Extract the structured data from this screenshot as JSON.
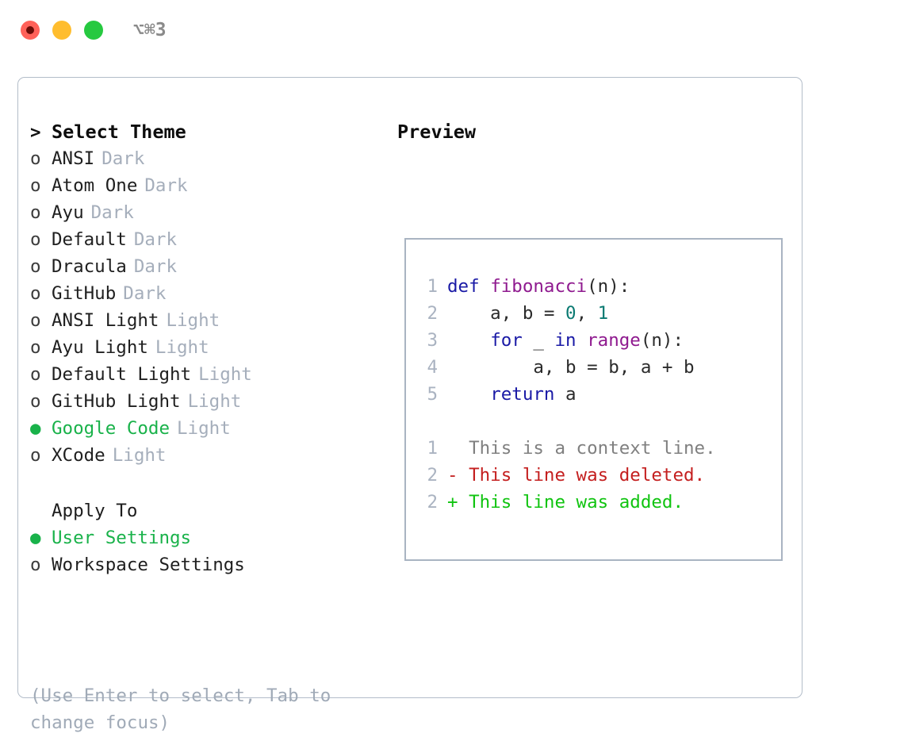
{
  "window": {
    "shortcut": "⌥⌘3",
    "traffic_lights": [
      {
        "name": "close",
        "color": "#ff6159"
      },
      {
        "name": "minimize",
        "color": "#ffbd2e"
      },
      {
        "name": "maximize",
        "color": "#26c940"
      }
    ]
  },
  "theme_picker": {
    "heading": {
      "marker": ">",
      "label": "Select Theme"
    },
    "items": [
      {
        "marker": "o",
        "label": "ANSI",
        "category": "Dark",
        "selected": false
      },
      {
        "marker": "o",
        "label": "Atom One",
        "category": "Dark",
        "selected": false
      },
      {
        "marker": "o",
        "label": "Ayu",
        "category": "Dark",
        "selected": false
      },
      {
        "marker": "o",
        "label": "Default",
        "category": "Dark",
        "selected": false
      },
      {
        "marker": "o",
        "label": "Dracula",
        "category": "Dark",
        "selected": false
      },
      {
        "marker": "o",
        "label": "GitHub",
        "category": "Dark",
        "selected": false
      },
      {
        "marker": "o",
        "label": "ANSI Light",
        "category": "Light",
        "selected": false
      },
      {
        "marker": "o",
        "label": "Ayu Light",
        "category": "Light",
        "selected": false
      },
      {
        "marker": "o",
        "label": "Default Light",
        "category": "Light",
        "selected": false
      },
      {
        "marker": "o",
        "label": "GitHub Light",
        "category": "Light",
        "selected": false
      },
      {
        "marker": "●",
        "label": "Google Code",
        "category": "Light",
        "selected": true
      },
      {
        "marker": "o",
        "label": "XCode",
        "category": "Light",
        "selected": false
      }
    ]
  },
  "apply_to": {
    "heading": {
      "marker": " ",
      "label": "Apply To"
    },
    "items": [
      {
        "marker": "●",
        "label": "User Settings",
        "selected": true
      },
      {
        "marker": "o",
        "label": "Workspace Settings",
        "selected": false
      }
    ]
  },
  "hint": "(Use Enter to select, Tab to change focus)",
  "preview": {
    "title": "Preview",
    "code_lines": [
      {
        "num": "1",
        "tokens": [
          {
            "t": "def ",
            "c": "kw"
          },
          {
            "t": "fibonacci",
            "c": "fn"
          },
          {
            "t": "(n):",
            "c": "pl"
          }
        ]
      },
      {
        "num": "2",
        "tokens": [
          {
            "t": "    a, b = ",
            "c": "pl"
          },
          {
            "t": "0",
            "c": "num"
          },
          {
            "t": ", ",
            "c": "pl"
          },
          {
            "t": "1",
            "c": "num"
          }
        ]
      },
      {
        "num": "3",
        "tokens": [
          {
            "t": "    ",
            "c": "pl"
          },
          {
            "t": "for",
            "c": "kw"
          },
          {
            "t": " _ ",
            "c": "pl"
          },
          {
            "t": "in",
            "c": "kw"
          },
          {
            "t": " ",
            "c": "pl"
          },
          {
            "t": "range",
            "c": "fn"
          },
          {
            "t": "(n):",
            "c": "pl"
          }
        ]
      },
      {
        "num": "4",
        "tokens": [
          {
            "t": "        a, b = b, a + b",
            "c": "pl"
          }
        ]
      },
      {
        "num": "5",
        "tokens": [
          {
            "t": "    ",
            "c": "pl"
          },
          {
            "t": "return",
            "c": "kw"
          },
          {
            "t": " a",
            "c": "pl"
          }
        ]
      }
    ],
    "diff_lines": [
      {
        "num": "1",
        "prefix": "  ",
        "text": "This is a context line.",
        "kind": "ctx"
      },
      {
        "num": "2",
        "prefix": "- ",
        "text": "This line was deleted.",
        "kind": "del"
      },
      {
        "num": "2",
        "prefix": "+ ",
        "text": "This line was added.",
        "kind": "add"
      }
    ]
  },
  "colors": {
    "accent_green": "#19b24a",
    "muted": "#a5aebb",
    "border": "#b3bdc9",
    "preview_border": "#a9b4c2",
    "keyword": "#1a1aa6",
    "function": "#8f1a8f",
    "number": "#0b7a72",
    "plain": "#2b2b2b",
    "context": "#808080",
    "deleted": "#c41f1f",
    "added": "#10c410",
    "line_number": "#aab3c1"
  }
}
